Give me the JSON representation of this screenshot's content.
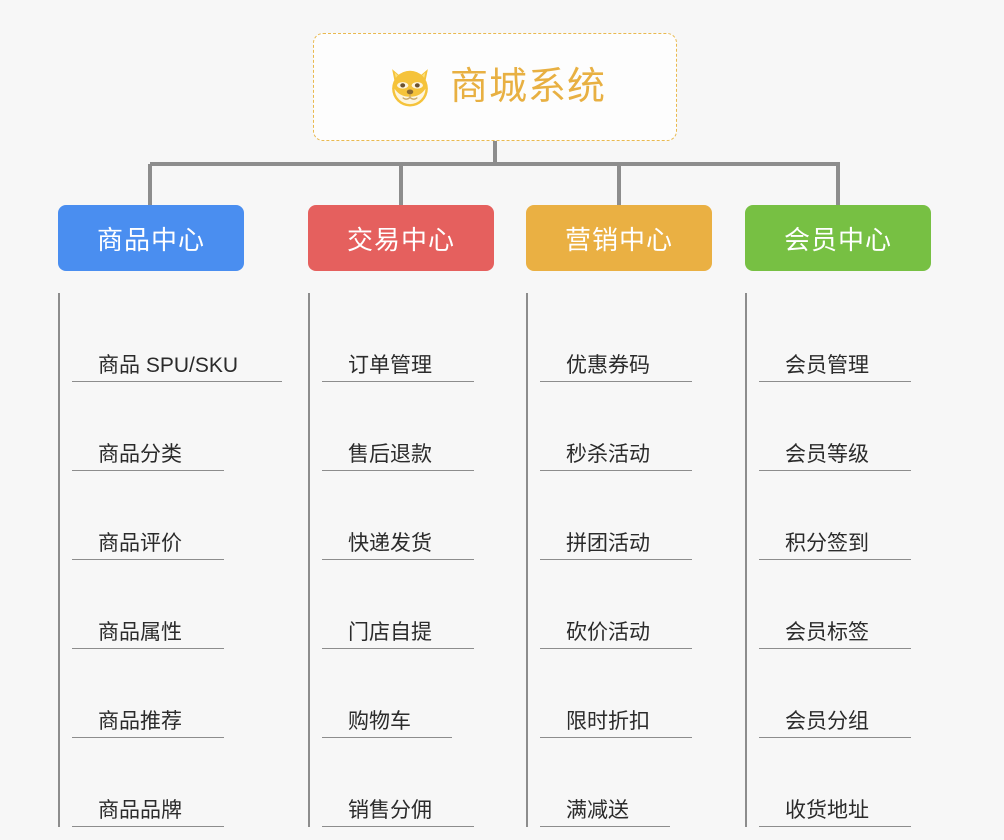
{
  "diagram": {
    "title": "商城系统",
    "root": {
      "label": "商城系统",
      "icon": "shiba-dog-face-icon",
      "border_color": "#e9b94f",
      "text_color": "#e8b042",
      "background": "#fdfdfd"
    },
    "background_color": "#f7f7f7",
    "connector_color": "#8d8d8d",
    "branches": [
      {
        "label": "商品中心",
        "color": "#4a8ef0",
        "items": [
          "商品 SPU/SKU",
          "商品分类",
          "商品评价",
          "商品属性",
          "商品推荐",
          "商品品牌"
        ]
      },
      {
        "label": "交易中心",
        "color": "#e5605e",
        "items": [
          "订单管理",
          "售后退款",
          "快递发货",
          "门店自提",
          "购物车",
          "销售分佣"
        ]
      },
      {
        "label": "营销中心",
        "color": "#eab043",
        "items": [
          "优惠券码",
          "秒杀活动",
          "拼团活动",
          "砍价活动",
          "限时折扣",
          "满减送"
        ]
      },
      {
        "label": "会员中心",
        "color": "#77c043",
        "items": [
          "会员管理",
          "会员等级",
          "积分签到",
          "会员标签",
          "会员分组",
          "收货地址"
        ]
      }
    ]
  }
}
